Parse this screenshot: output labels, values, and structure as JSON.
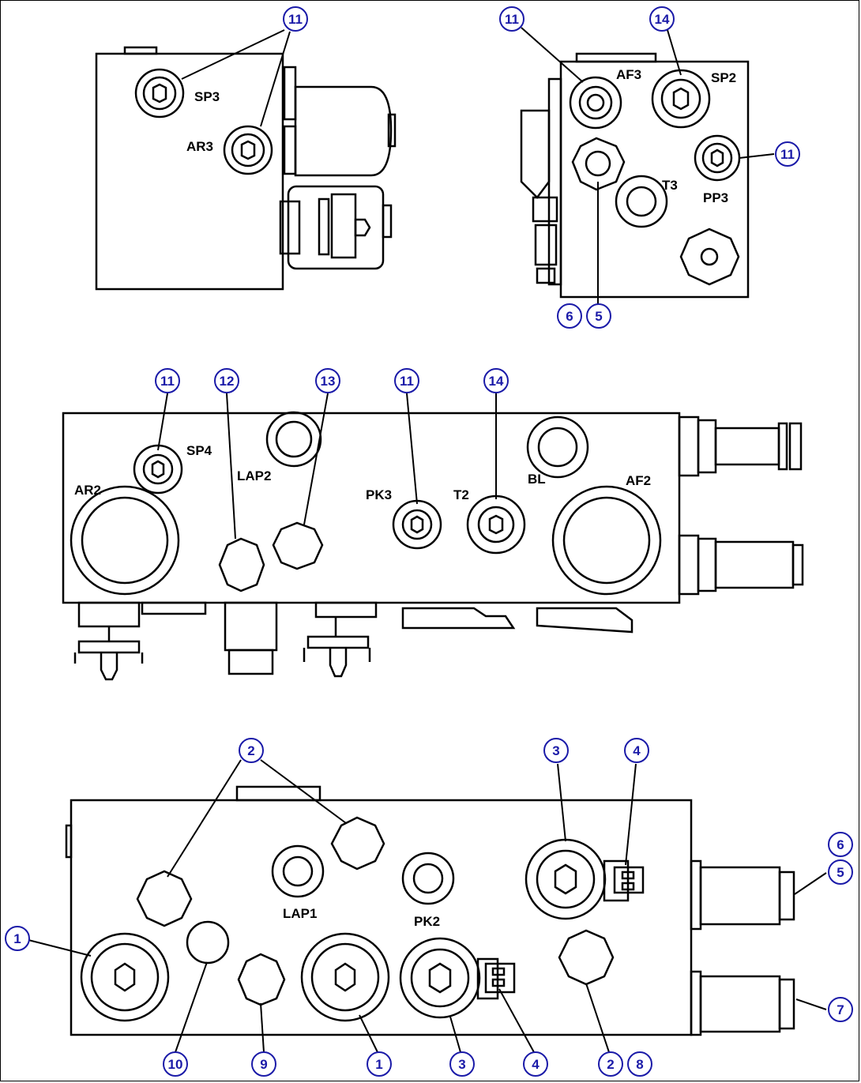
{
  "views": [
    {
      "id": "top-left",
      "port_labels": [
        "SP3",
        "AR3"
      ],
      "callouts": [
        "11"
      ]
    },
    {
      "id": "top-right",
      "port_labels": [
        "AF3",
        "SP2",
        "T3",
        "PP3"
      ],
      "callouts": [
        "11",
        "14",
        "11",
        "6",
        "5"
      ]
    },
    {
      "id": "middle",
      "port_labels": [
        "SP4",
        "AR2",
        "LAP2",
        "PK3",
        "T2",
        "BL",
        "AF2"
      ],
      "callouts": [
        "11",
        "12",
        "13",
        "11",
        "14"
      ]
    },
    {
      "id": "bottom",
      "port_labels": [
        "LAP1",
        "PK2"
      ],
      "callouts": [
        "2",
        "3",
        "4",
        "6",
        "5",
        "7",
        "1",
        "10",
        "9",
        "1",
        "3",
        "4",
        "2",
        "8"
      ]
    }
  ],
  "colors": {
    "line": "#000000",
    "callout": "#1a1aa8",
    "background": "#ffffff"
  }
}
